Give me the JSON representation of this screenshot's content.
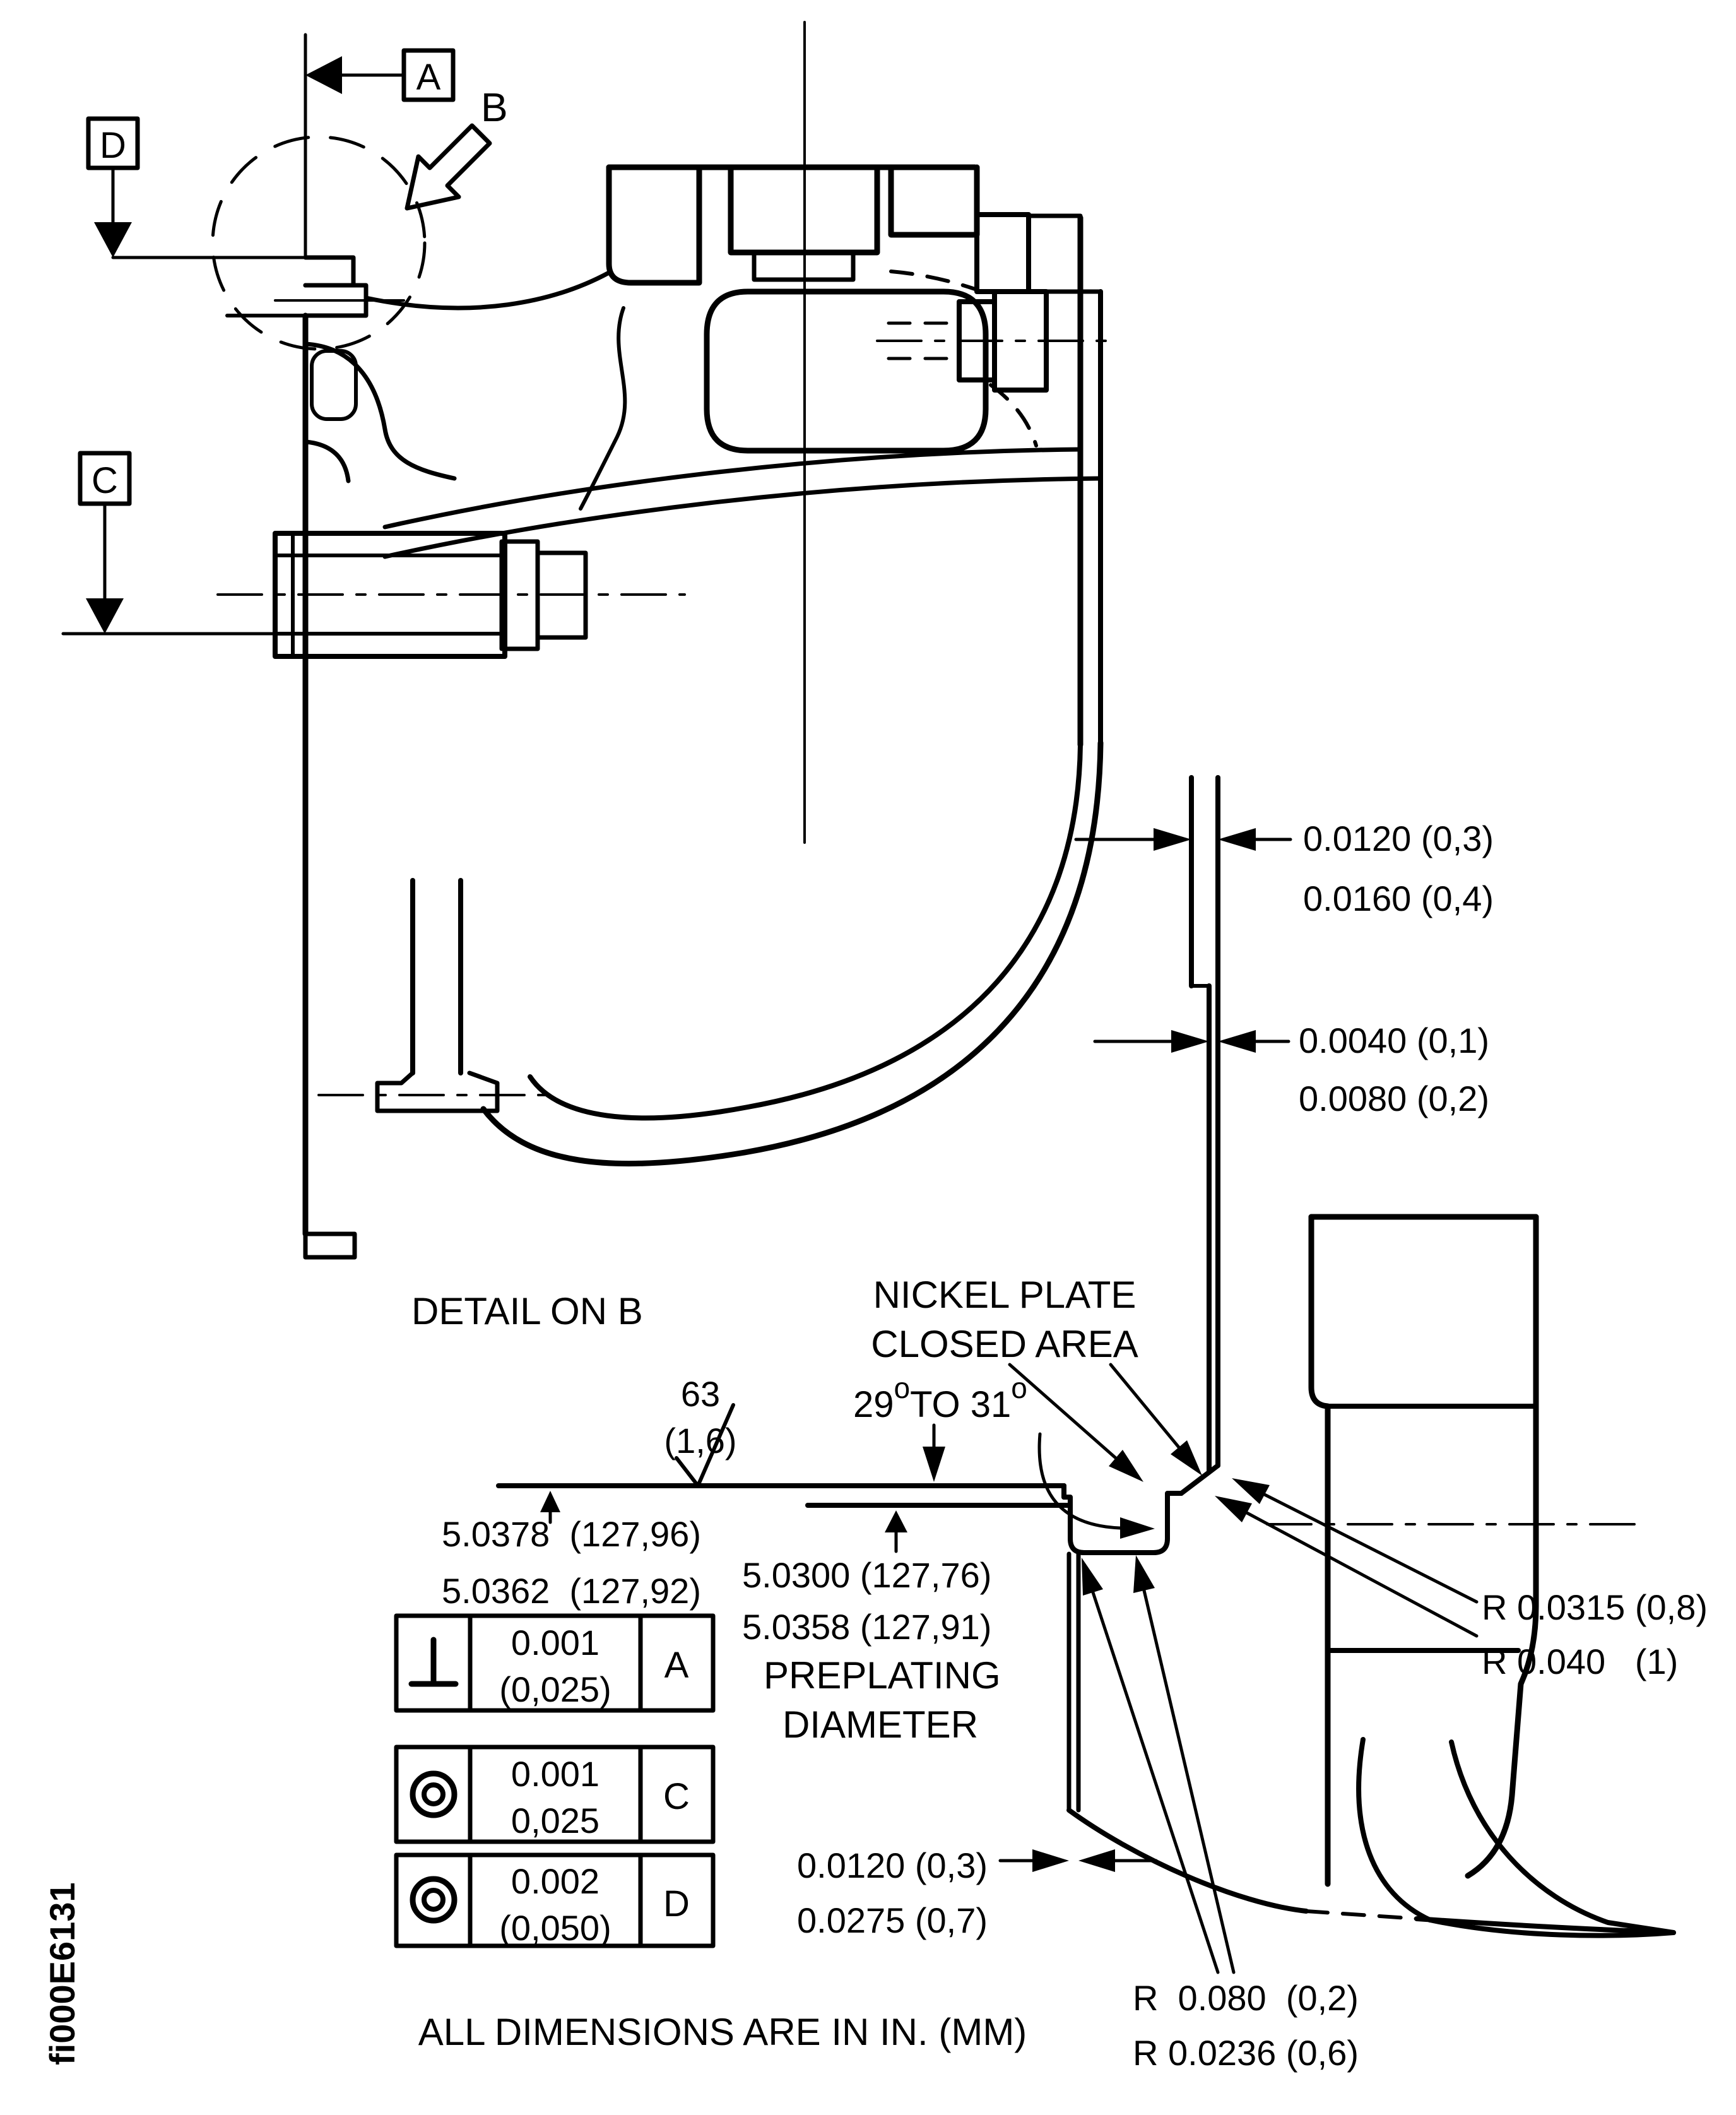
{
  "colors": {
    "ink": "#000000",
    "paper": "#ffffff"
  },
  "figure_id": "fi000E6131",
  "caption": "ALL DIMENSIONS ARE IN IN. (MM)",
  "view_labels": {
    "detail_title": "DETAIL ON B"
  },
  "datum_flags": {
    "a": "A",
    "b": "B",
    "c": "C",
    "d": "D"
  },
  "annotations": {
    "nickel_plate": {
      "line1": "NICKEL PLATE",
      "line2": "CLOSED AREA"
    },
    "angle": {
      "v1": "29",
      "sup1": "o",
      "v2": "TO 31",
      "sup2": "o"
    },
    "finish": {
      "grade": "63",
      "metric": "(1,6)"
    },
    "preplating_label": {
      "line1": "PREPLATING",
      "line2": "DIAMETER"
    }
  },
  "dims": {
    "plating_thick": {
      "line1": "0.0120 (0,3)",
      "line2": "0.0160 (0,4)"
    },
    "plating_thin": {
      "line1": "0.0040 (0,1)",
      "line2": "0.0080 (0,2)"
    },
    "outer_diameter": {
      "line1": "5.0378  (127,96)",
      "line2": "5.0362  (127,92)"
    },
    "preplating_diameter": {
      "line1": "5.0300 (127,76)",
      "line2": "5.0358 (127,91)"
    },
    "wall_thickness": {
      "line1": "0.0120 (0,3)",
      "line2": "0.0275 (0,7)"
    },
    "corner_radii": {
      "line1": "R 0.0315 (0,8)",
      "line2": "R 0.040   (1)"
    },
    "groove_radii": {
      "line1": "R  0.080  (0,2)",
      "line2": "R 0.0236 (0,6)"
    }
  },
  "feature_control_frames": [
    {
      "symbol": "perpendicularity",
      "tolerance_in": "0.001",
      "tolerance_mm": "(0,025)",
      "datum": "A"
    },
    {
      "symbol": "concentricity",
      "tolerance_in": "0.001",
      "tolerance_mm": "0,025",
      "datum": "C"
    },
    {
      "symbol": "concentricity",
      "tolerance_in": "0.002",
      "tolerance_mm": "(0,050)",
      "datum": "D"
    }
  ]
}
